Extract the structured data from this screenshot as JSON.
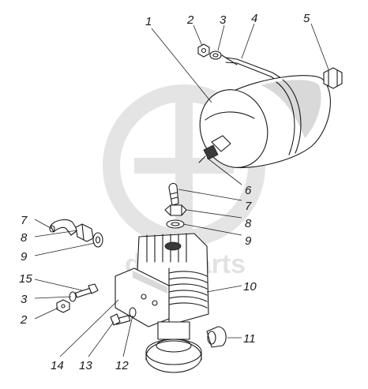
{
  "watermark": {
    "text": "dalt  parts"
  },
  "parts": [
    {
      "id": "p1",
      "number": "1"
    },
    {
      "id": "p2a",
      "number": "2"
    },
    {
      "id": "p3a",
      "number": "3"
    },
    {
      "id": "p4",
      "number": "4"
    },
    {
      "id": "p5",
      "number": "5"
    },
    {
      "id": "p6",
      "number": "6"
    },
    {
      "id": "p7a",
      "number": "7"
    },
    {
      "id": "p8a",
      "number": "8"
    },
    {
      "id": "p9a",
      "number": "9"
    },
    {
      "id": "p7b",
      "number": "7"
    },
    {
      "id": "p8b",
      "number": "8"
    },
    {
      "id": "p9b",
      "number": "9"
    },
    {
      "id": "p10",
      "number": "10"
    },
    {
      "id": "p15",
      "number": "15"
    },
    {
      "id": "p3b",
      "number": "3"
    },
    {
      "id": "p2b",
      "number": "2"
    },
    {
      "id": "p11",
      "number": "11"
    },
    {
      "id": "p14",
      "number": "14"
    },
    {
      "id": "p13",
      "number": "13"
    },
    {
      "id": "p12",
      "number": "12"
    }
  ],
  "colors": {
    "ink": "#1a1a1a",
    "watermark": "#d0d0d0",
    "background": "#ffffff"
  }
}
